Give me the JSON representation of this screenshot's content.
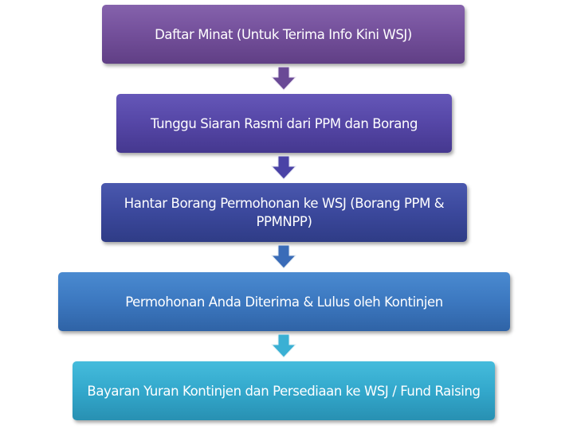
{
  "steps": [
    {
      "label": "Daftar Minat (Untuk Terima Info Kini WSJ)",
      "color": "#734f9a"
    },
    {
      "label": "Tunggu Siaran Rasmi dari PPM dan Borang",
      "color": "#5546a6"
    },
    {
      "label": "Hantar Borang Permohonan ke WSJ (Borang PPM & PPMNPP)",
      "color": "#3b489c"
    },
    {
      "label": "Permohonan Anda Diterima & Lulus oleh Kontinjen",
      "color": "#3c78c0"
    },
    {
      "label": "Bayaran Yuran Kontinjen dan Persediaan ke WSJ / Fund Raising",
      "color": "#33a8cc"
    }
  ]
}
